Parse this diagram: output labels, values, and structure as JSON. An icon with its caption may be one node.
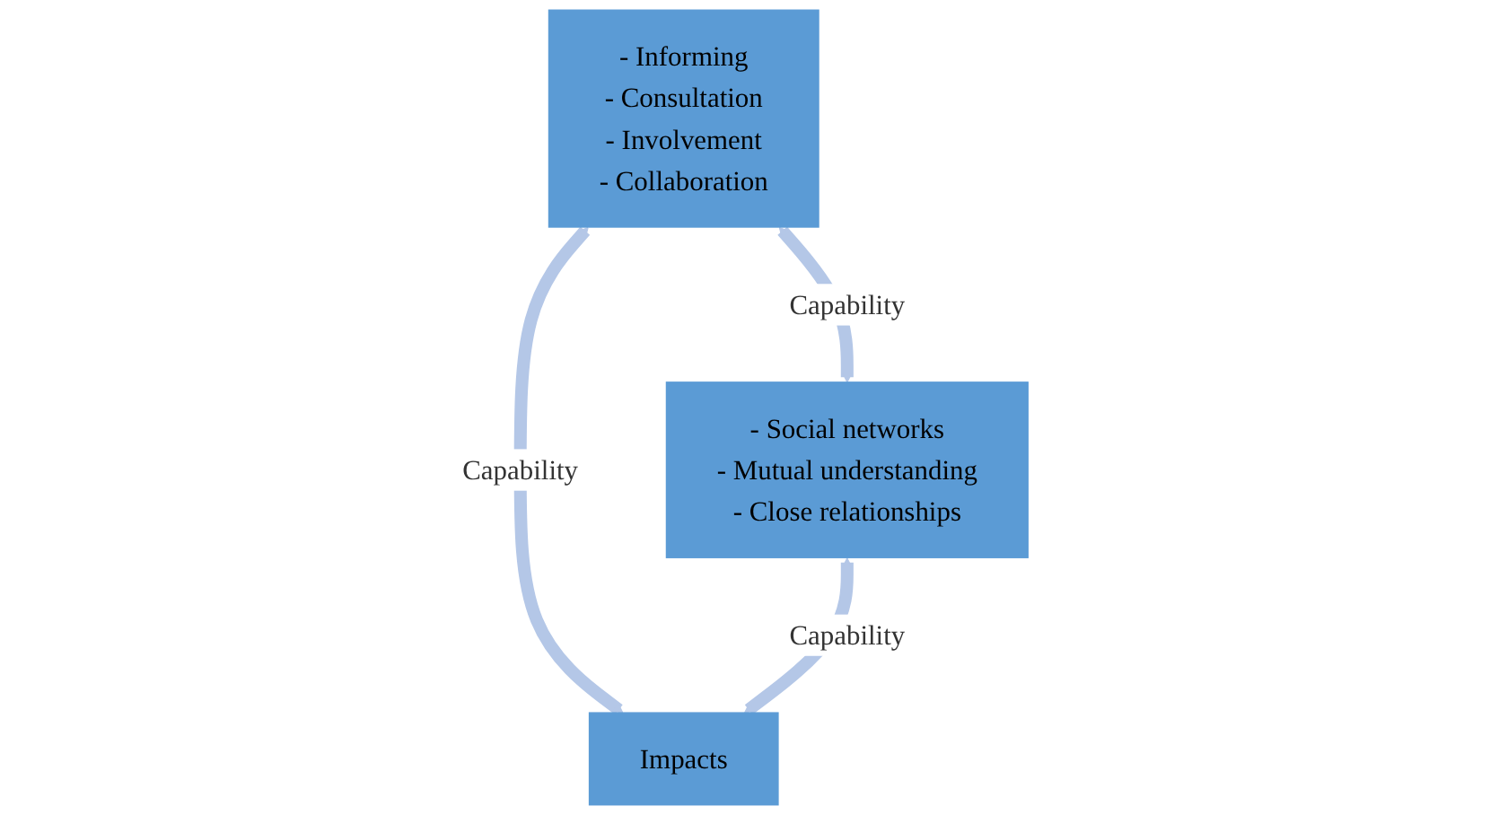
{
  "diagram": {
    "nodes": [
      {
        "text": [
          "- Informing",
          "- Consultation",
          "- Involvement",
          "- Collaboration"
        ]
      },
      {
        "text": [
          "- Social networks",
          "- Mutual understanding",
          "- Close relationships"
        ]
      },
      {
        "text": [
          "Impacts"
        ]
      }
    ],
    "edges": [
      {
        "from": 0,
        "to": 1,
        "arrow": "both",
        "label": "Capability"
      },
      {
        "from": 0,
        "to": 2,
        "arrow": "both",
        "label": "Capability"
      },
      {
        "from": 1,
        "to": 2,
        "arrow": "both",
        "label": "Capability"
      }
    ]
  }
}
